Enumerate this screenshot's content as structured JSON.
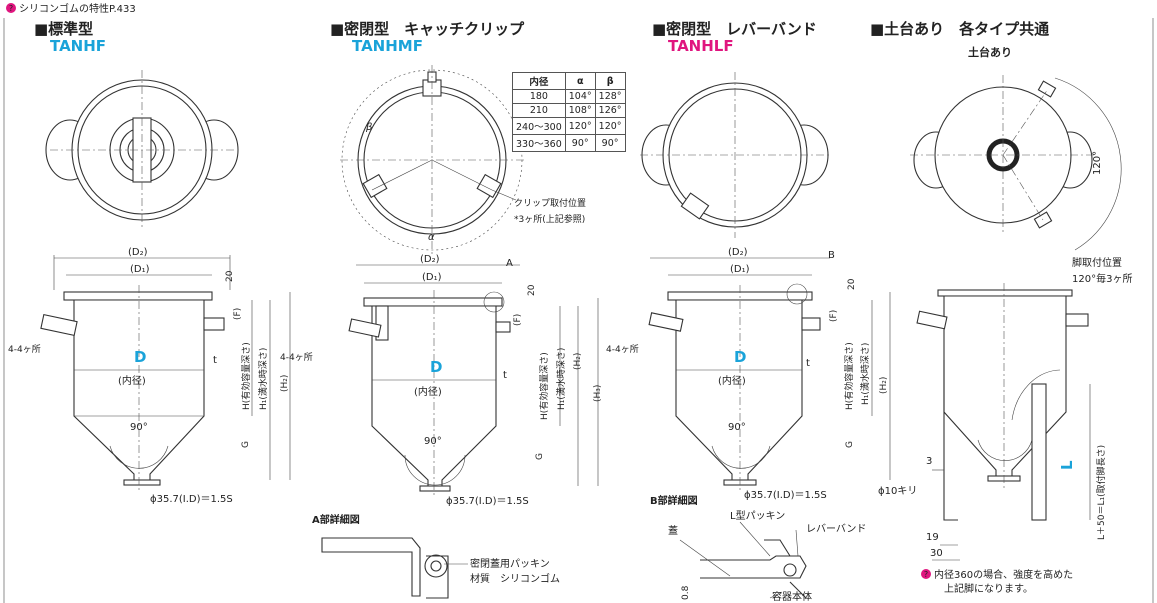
{
  "header": {
    "note": "シリコンゴムの特性P.433"
  },
  "sections": {
    "standard": {
      "title": "■標準型",
      "code": "TANHF"
    },
    "catch_clip": {
      "title": "■密閉型　キャッチクリップ",
      "code": "TANHMF"
    },
    "lever_band": {
      "title": "■密閉型　レバーバンド",
      "code": "TANHLF"
    },
    "base": {
      "title": "■土台あり　各タイプ共通",
      "subtitle": "土台あり"
    }
  },
  "table": {
    "headers": [
      "内径",
      "α",
      "β"
    ],
    "rows": [
      [
        "180",
        "104°",
        "128°"
      ],
      [
        "210",
        "108°",
        "126°"
      ],
      [
        "240～300",
        "120°",
        "120°"
      ],
      [
        "330～360",
        "90°",
        "90°"
      ]
    ]
  },
  "labels": {
    "d2": "(D₂)",
    "d1": "(D₁)",
    "d": "D",
    "inner": "(内径)",
    "f": "(F)",
    "twenty": "20",
    "t": "t",
    "g": "G",
    "ninety": "90°",
    "h_eff": "H(有効容量深さ)",
    "h1": "H₁(満水時深さ)",
    "h2": "(H₂)",
    "h3": "(H₃)",
    "four": "4-4ヶ所",
    "phi": "ϕ35.7(I.D)＝1.5S",
    "alpha": "α",
    "beta": "β",
    "beta2": "β",
    "clip1": "クリップ取付位置",
    "clip2": "*3ヶ所(上記参照)",
    "mark_a": "A",
    "mark_b": "B",
    "a_detail": "A部詳細図",
    "packing": "密閉蓋用パッキン",
    "material": "材質　シリコンゴム",
    "b_detail": "B部詳細図",
    "lid": "蓋",
    "l_packing": "L型パッキン",
    "lever": "レバーバンド",
    "body": "容器本体",
    "b_dim": "0.8",
    "angle120": "120°",
    "leg1": "脚取付位置",
    "leg2": "120°毎3ヶ所",
    "three": "3",
    "hole": "ϕ10キリ",
    "nineteen": "19",
    "thirty": "30",
    "leg_len": "L＋50＝L₁(取付脚長さ)",
    "l": "L",
    "footnote1": "内径360の場合、強度を高めた",
    "footnote2": "上記脚になります。"
  }
}
